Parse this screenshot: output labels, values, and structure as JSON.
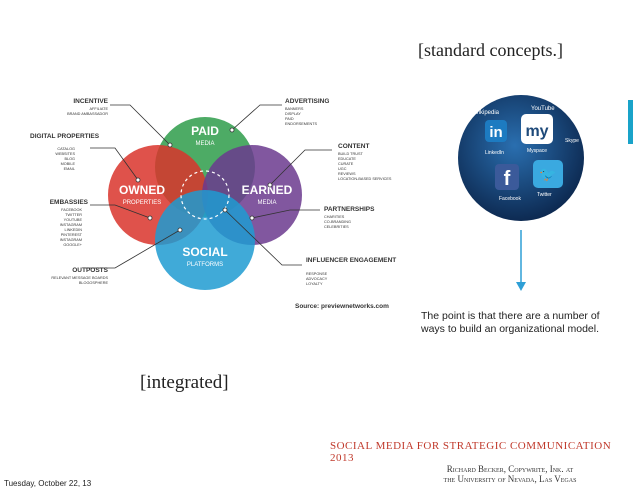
{
  "slide": {
    "standard_concepts": "[standard concepts.]",
    "integrated": "[integrated]",
    "point_text": "The point is that there are a number of ways to build an organizational model.",
    "credit_title": "Social Media For Strategic Communication 2013",
    "credit_line2": "Richard Becker, Copywrite, Ink. at",
    "credit_line3": "the University of Nevada, Las Vegas",
    "date": "Tuesday, October 22, 13",
    "accent_color": "#19a3c9"
  },
  "diagram": {
    "circles": [
      {
        "title": "PAID",
        "subtitle": "MEDIA",
        "color": "#2e9c4a"
      },
      {
        "title": "OWNED",
        "subtitle": "PROPERTIES",
        "color": "#d9342b"
      },
      {
        "title": "EARNED",
        "subtitle": "MEDIA",
        "color": "#6b3a8e"
      },
      {
        "title": "SOCIAL",
        "subtitle": "PLATFORMS",
        "color": "#1f9bd1"
      }
    ],
    "left_groups": [
      {
        "title": "INCENTIVE",
        "items": [
          "AFFILIATE",
          "BRAND AMBASSADOR"
        ]
      },
      {
        "title": "DIGITAL PROPERTIES",
        "items": [
          "CATALOG",
          "WEBSITES",
          "BLOG",
          "MOBILE",
          "EMAIL"
        ]
      },
      {
        "title": "EMBASSIES",
        "items": [
          "FACEBOOK",
          "TWITTER",
          "YOUTUBE",
          "INSTAGRAM",
          "LINKEDIN",
          "PINTEREST",
          "INSTAGRAM",
          "GOOGLE+"
        ]
      },
      {
        "title": "OUTPOSTS",
        "items": [
          "RELEVANT MESSAGE BOARDS",
          "BLOGOSPHERE"
        ]
      }
    ],
    "right_groups": [
      {
        "title": "ADVERTISING",
        "items": [
          "BANNERS",
          "DISPLAY",
          "PAID",
          "ENDORSEMENTS"
        ]
      },
      {
        "title": "CONTENT",
        "items": [
          "BUILD TRUST",
          "EDUCATE",
          "CURATE",
          "UGC",
          "REVIEWS",
          "LOCATION-BASED SERVICES"
        ]
      },
      {
        "title": "PARTNERSHIPS",
        "items": [
          "CHARITIES",
          "CO-BRANDING",
          "CELEBRITIES"
        ]
      },
      {
        "title": "INFLUENCER ENGAGEMENT",
        "items": [
          "RESPONSE",
          "ADVOCACY",
          "LOYALTY"
        ]
      }
    ],
    "source": "Source: previewnetworks.com"
  },
  "social_globe": {
    "labels": [
      "Wikipedia",
      "YouTube",
      "in",
      "my",
      "LinkedIn",
      "Myspace",
      "f",
      "Facebook",
      "Twitter",
      "Skype"
    ]
  }
}
